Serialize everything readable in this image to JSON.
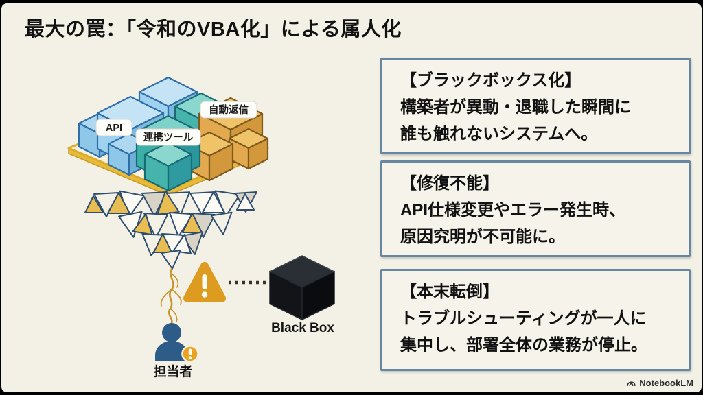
{
  "title": "最大の罠：「令和のVBA化」による属人化",
  "diagram": {
    "cube_labels": {
      "api": "API",
      "integration": "連携ツール",
      "auto_reply": "自動返信"
    },
    "person_label": "担当者",
    "black_box_label": "Black Box"
  },
  "callouts": [
    {
      "heading": "【ブラックボックス化】",
      "line1": "構築者が異動・退職した瞬間に",
      "line2": "誰も触れないシステムへ。"
    },
    {
      "heading": "【修復不能】",
      "line1": "API仕様変更やエラー発生時、",
      "line2": "原因究明が不可能に。"
    },
    {
      "heading": "【本末転倒】",
      "line1": "トラブルシューティングが一人に",
      "line2": "集中し、部署全体の業務が停止。"
    }
  ],
  "footer": {
    "brand": "NotebookLM"
  },
  "colors": {
    "background": "#f3f1e5",
    "frame": "#000000",
    "callout_border": "#6786a0",
    "accent_gold": "#e0a32a",
    "cube_blue": "#a9d6ef",
    "cube_teal": "#3fae9f",
    "cube_orange": "#e5ab4e",
    "person_blue": "#2e5c88",
    "warning_orange": "#dd9c1f",
    "black_box": "#15171a"
  }
}
